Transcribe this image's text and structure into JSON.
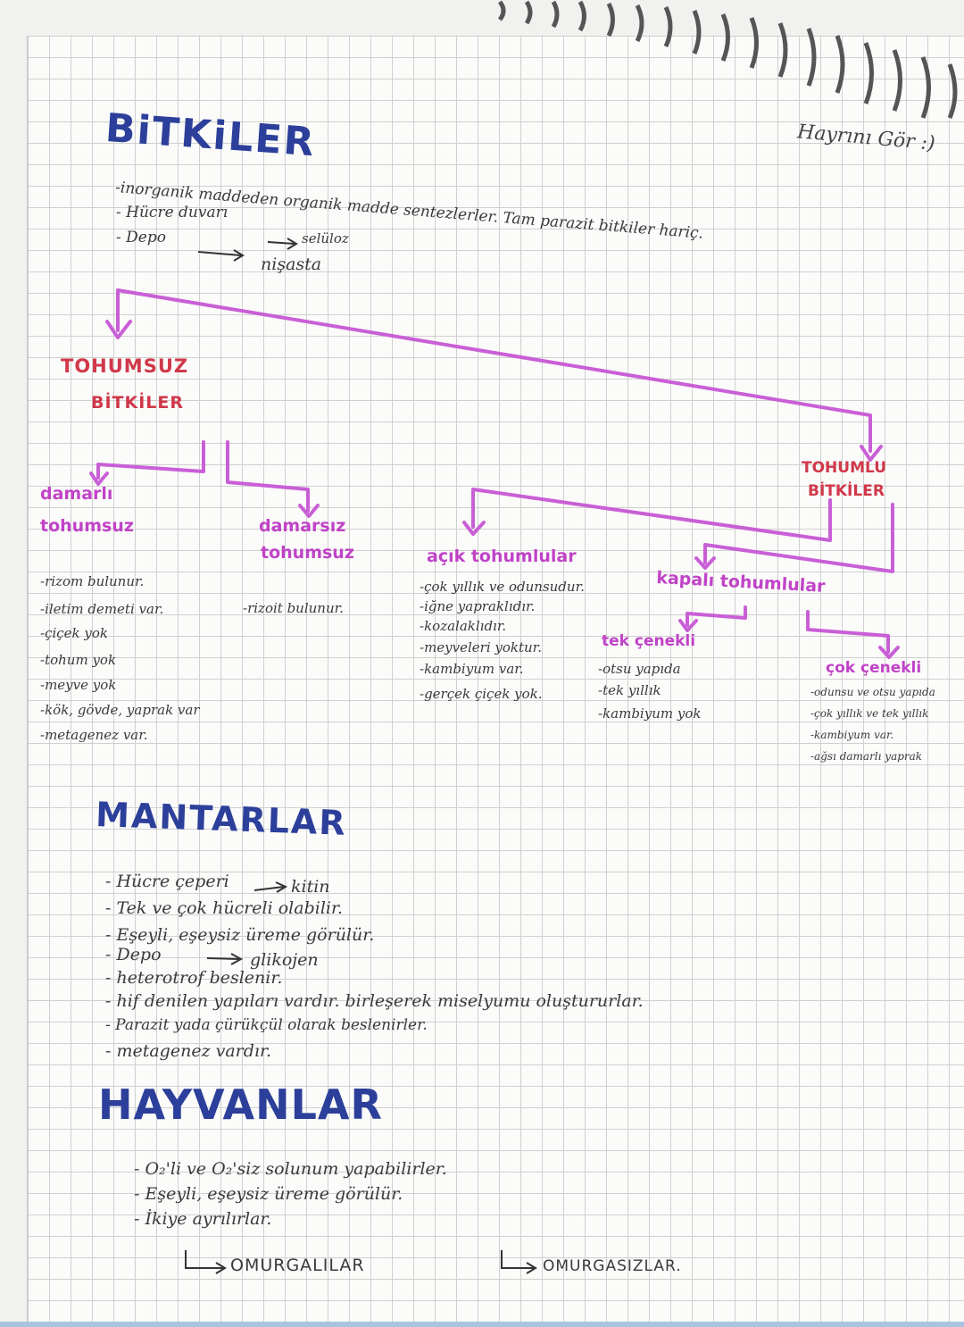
{
  "page": {
    "signature": "Hayrını Gör :)"
  },
  "bitkiler": {
    "title": "BiTKiLER",
    "line1": "-inorganik maddeden organik madde sentezlerler. Tam parazit bitkiler hariç.",
    "line2": "- Hücre duvarı",
    "line2_to": "selüloz",
    "line3": "- Depo",
    "line3_to": "nişasta"
  },
  "tohumsuz": {
    "title_line1": "TOHUMSUZ",
    "title_line2": "BİTKİLER",
    "damarli": {
      "title_line1": "damarlı",
      "title_line2": "tohumsuz",
      "items": [
        "-rizom bulunur.",
        "-iletim demeti var.",
        "-çiçek yok",
        "-tohum yok",
        "-meyve yok",
        "-kök, gövde, yaprak var",
        "-metagenez var."
      ]
    },
    "damarsiz": {
      "title_line1": "damarsız",
      "title_line2": "tohumsuz",
      "items": [
        "-rizoit bulunur."
      ]
    }
  },
  "tohumlu": {
    "title_line1": "TOHUMLU",
    "title_line2": "BİTKİLER",
    "acik": {
      "title": "açık tohumlular",
      "items": [
        "-çok yıllık ve odunsudur.",
        "-iğne yapraklıdır.",
        "-kozalaklıdır.",
        "-meyveleri yoktur.",
        "-kambiyum var.",
        "-gerçek çiçek yok."
      ]
    },
    "kapali": {
      "title": "kapalı tohumlular",
      "tek": {
        "title": "tek çenekli",
        "items": [
          "-otsu yapıda",
          "-tek yıllık",
          "-kambiyum yok"
        ]
      },
      "cok": {
        "title": "çok çenekli",
        "items": [
          "-odunsu ve otsu yapıda",
          "-çok yıllık ve tek yıllık",
          "-kambiyum var.",
          "-ağsı damarlı yaprak"
        ]
      }
    }
  },
  "mantarlar": {
    "title": "MANTARLAR",
    "items": [
      "- Hücre çeperi",
      "- Tek ve çok hücreli olabilir.",
      "- Eşeyli, eşeysiz üreme görülür.",
      "- Depo",
      "- heterotrof beslenir.",
      "- hif denilen yapıları vardır. birleşerek miselyumu oluştururlar.",
      "- Parazit yada çürükçül olarak beslenirler.",
      "- metagenez vardır."
    ],
    "item1_to": "kitin",
    "item4_to": "glikojen"
  },
  "hayvanlar": {
    "title": "HAYVANLAR",
    "items": [
      "- O₂'li ve O₂'siz solunum yapabilirler.",
      "- Eşeyli, eşeysiz üreme görülür.",
      "- İkiye ayrılırlar."
    ],
    "branch1": "OMURGALILAR",
    "branch2": "OMURGASIZLAR."
  },
  "colors": {
    "title_blue": "#2c3f9a",
    "title_red": "#d0384a",
    "arrow_pink": "#c95fd6"
  }
}
